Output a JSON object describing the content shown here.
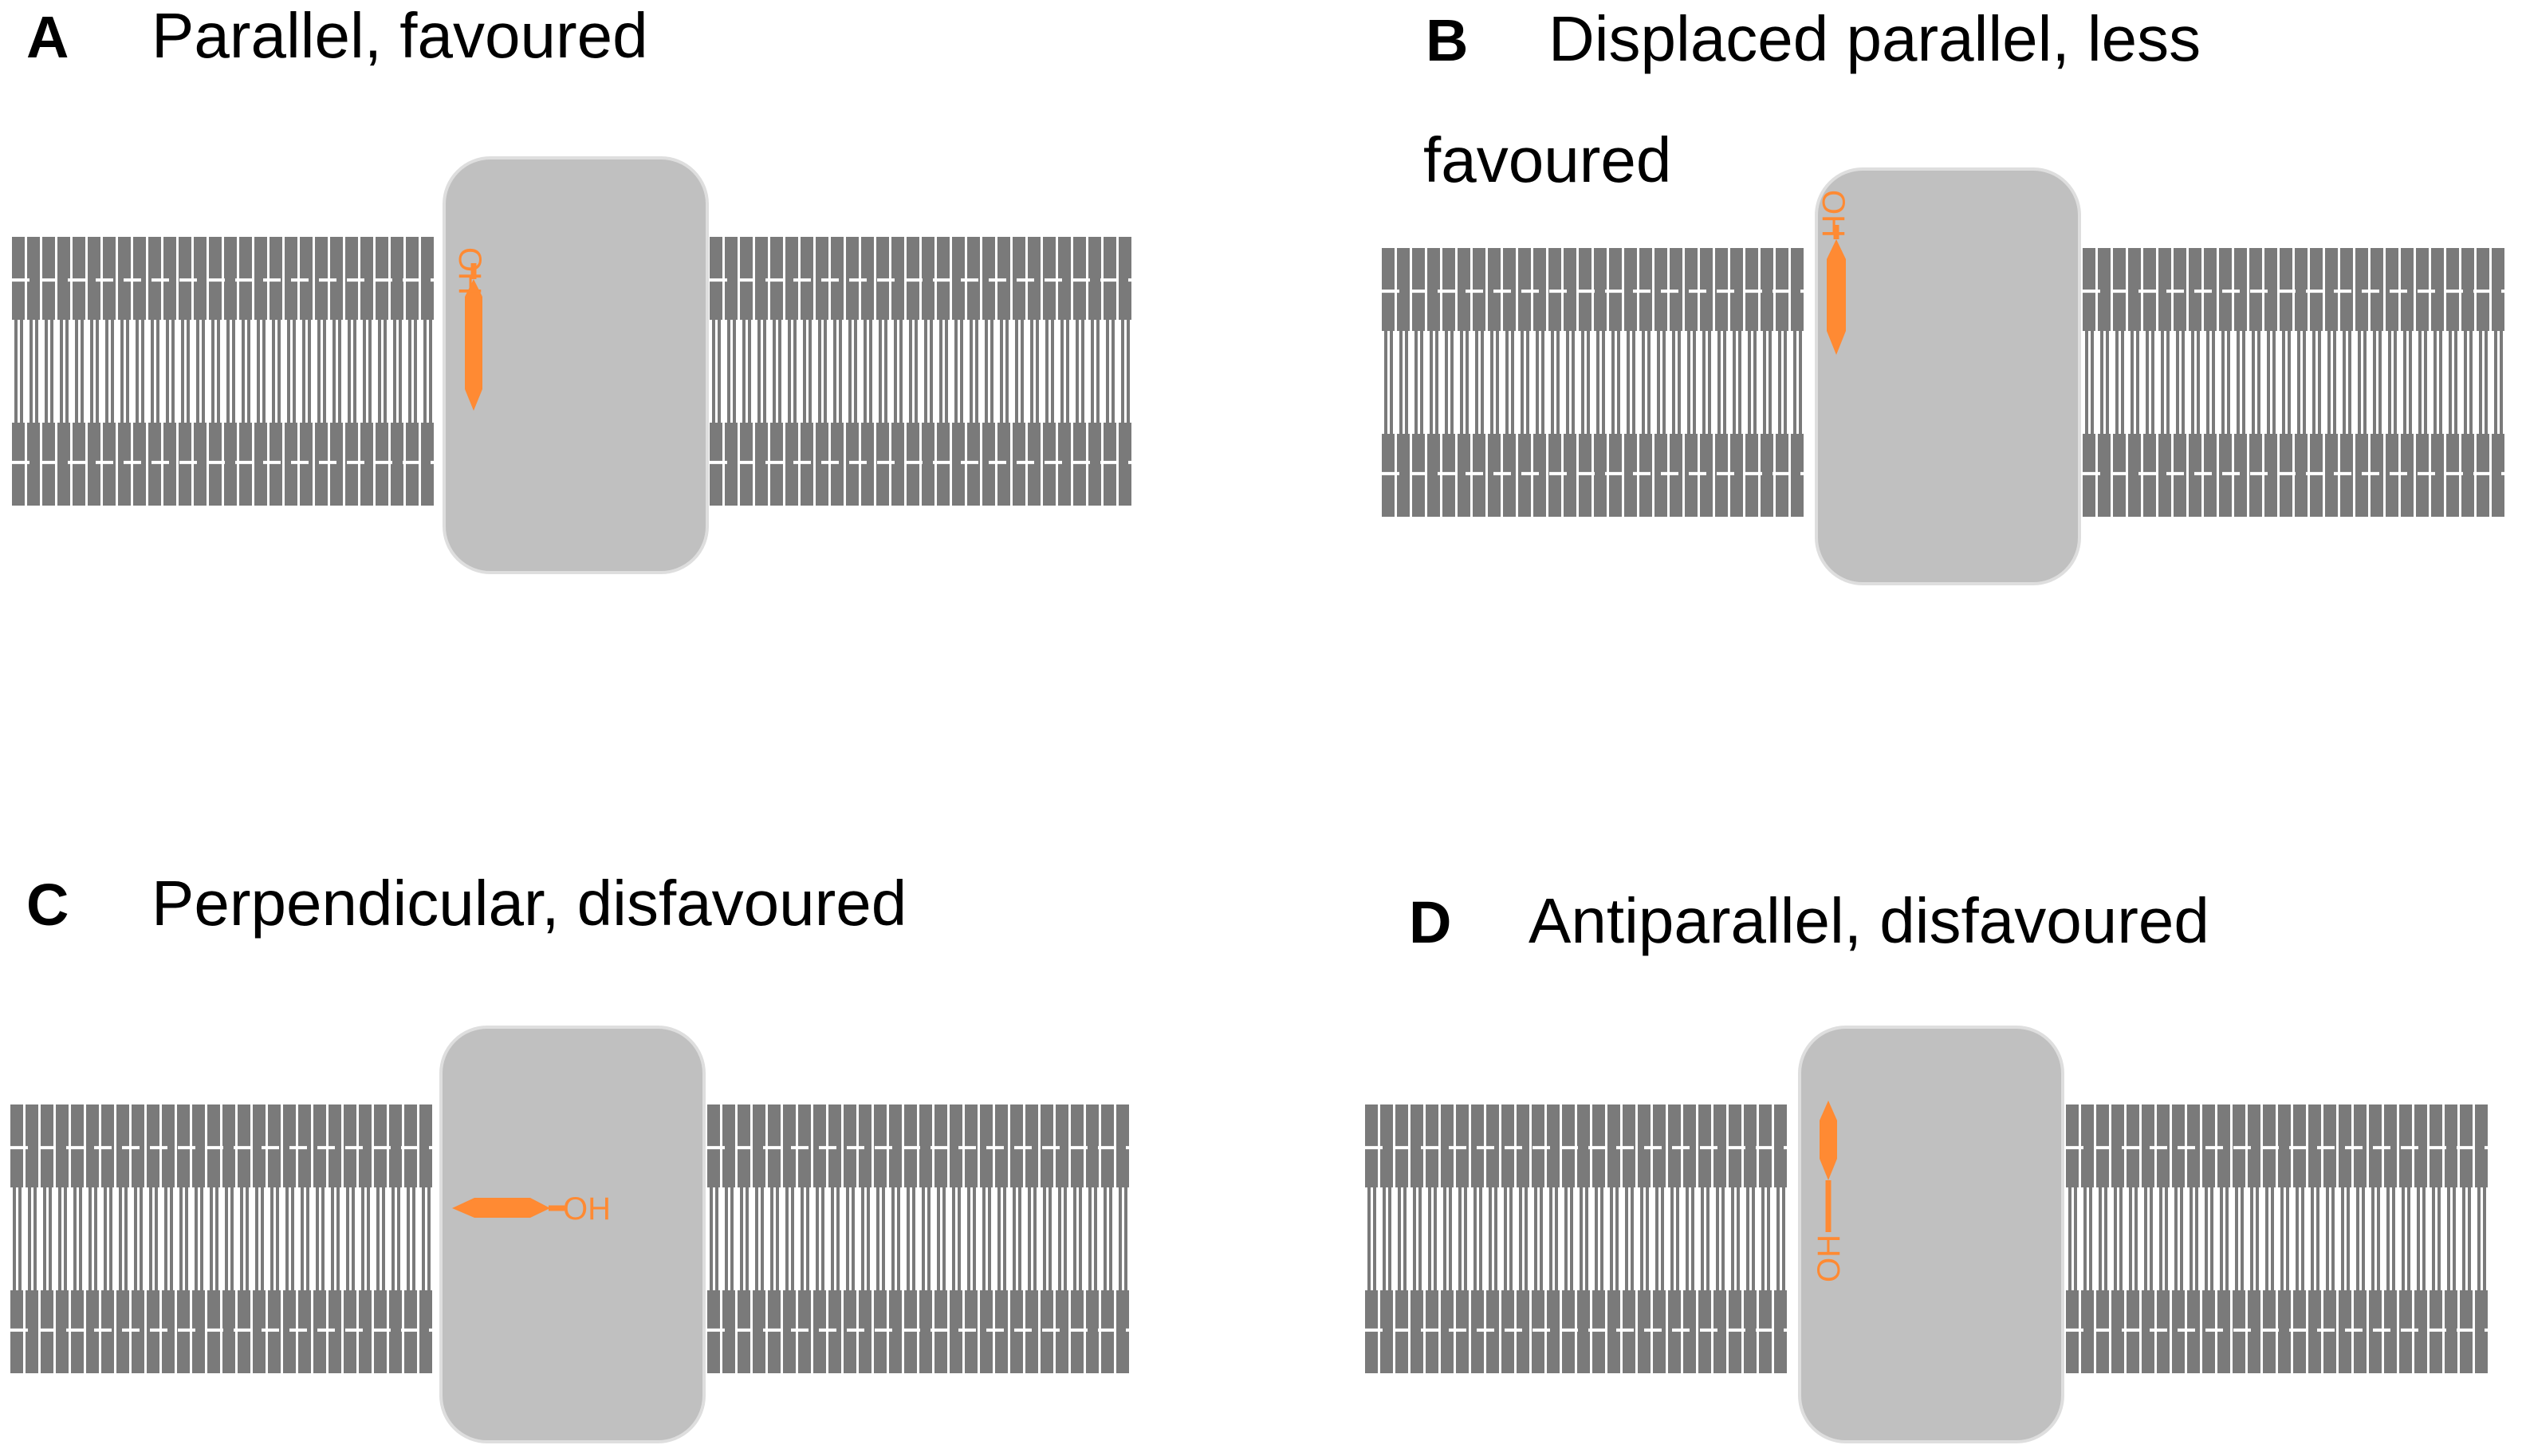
{
  "colors": {
    "membrane": "#7a7a7a",
    "protein": "#c0c0c0",
    "protein_edge": "#dedede",
    "sterol": "#ff8a33",
    "background": "#ffffff"
  },
  "panels": [
    {
      "letter": "A",
      "title_lines": [
        "Parallel, favoured"
      ],
      "oh_label": "OH",
      "orientation": "parallel"
    },
    {
      "letter": "B",
      "title_lines": [
        "Displaced parallel, less",
        "favoured"
      ],
      "oh_label": "OH",
      "orientation": "displaced-parallel"
    },
    {
      "letter": "C",
      "title_lines": [
        "Perpendicular, disfavoured"
      ],
      "oh_label": "OH",
      "orientation": "perpendicular"
    },
    {
      "letter": "D",
      "title_lines": [
        "Antiparallel, disfavoured"
      ],
      "oh_label": "OH",
      "orientation": "antiparallel"
    }
  ]
}
